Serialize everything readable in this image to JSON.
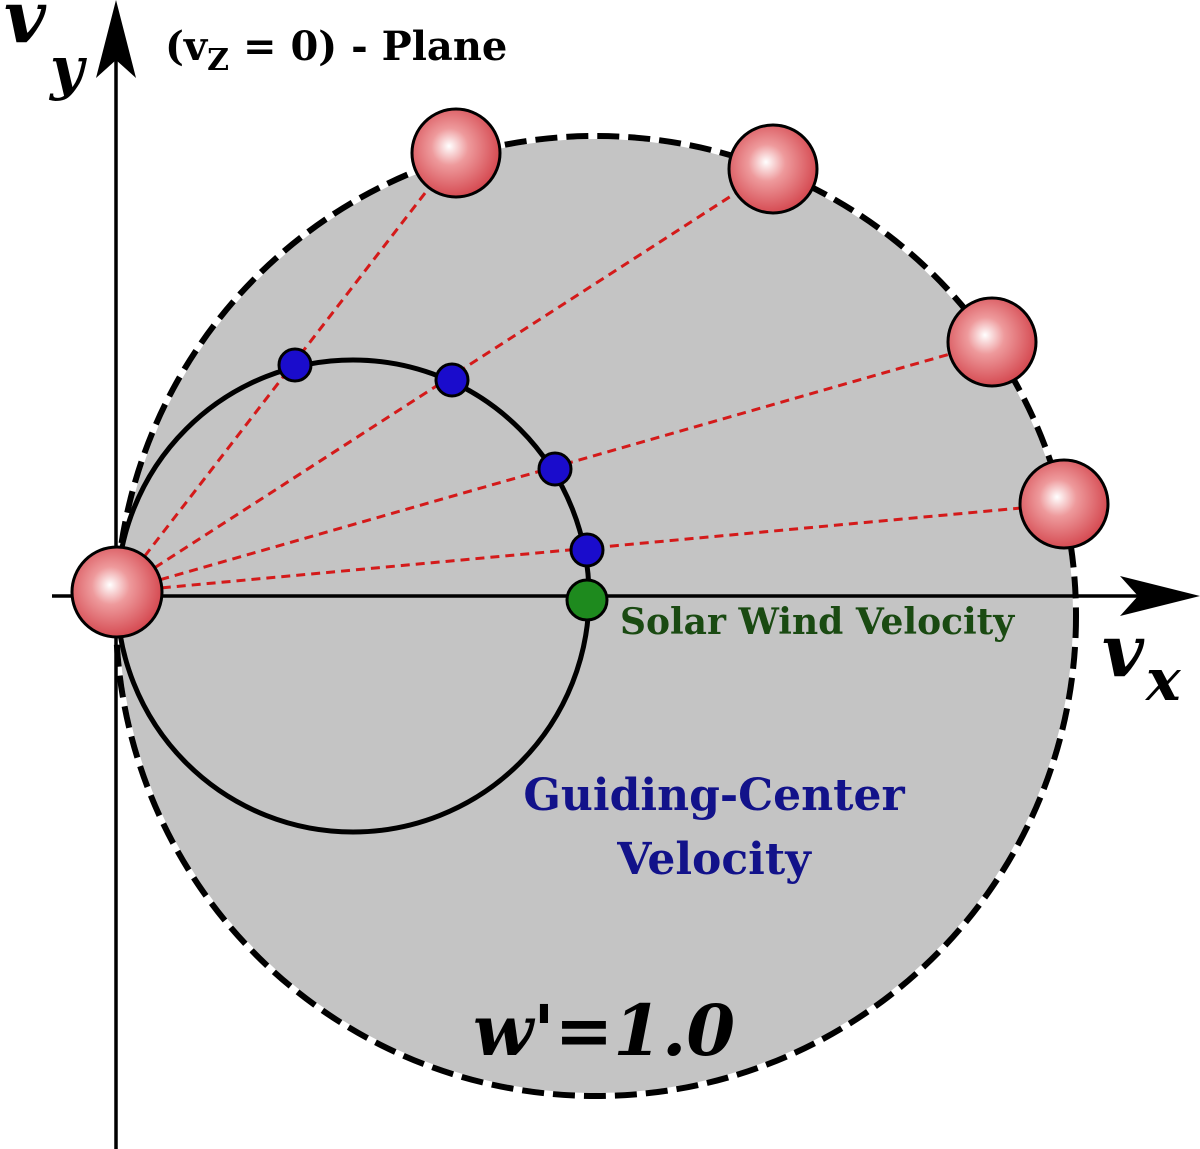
{
  "diagram": {
    "title": {
      "prefix": "(v",
      "subscript": "Z",
      "suffix": " = 0) - Plane"
    },
    "axes": {
      "x_label": "v",
      "x_subscript": "x",
      "y_label": "v",
      "y_subscript": "y"
    },
    "labels": {
      "solar_wind": "Solar Wind Velocity",
      "guiding_center_line1": "Guiding-Center",
      "guiding_center_line2": "Velocity",
      "shell": "w'=1.0"
    },
    "colors": {
      "shell_fill": "#c4c4c4",
      "ion_sphere": "#d9414a",
      "guiding_center_point": "#1a0ccc",
      "solar_wind_point": "#1e8a1e",
      "solar_wind_text": "#1a4a12",
      "guiding_center_text": "#12128a",
      "projection_line": "#d41a1a"
    },
    "ions": {
      "count_on_shell": 4,
      "origin_ion": true
    }
  }
}
